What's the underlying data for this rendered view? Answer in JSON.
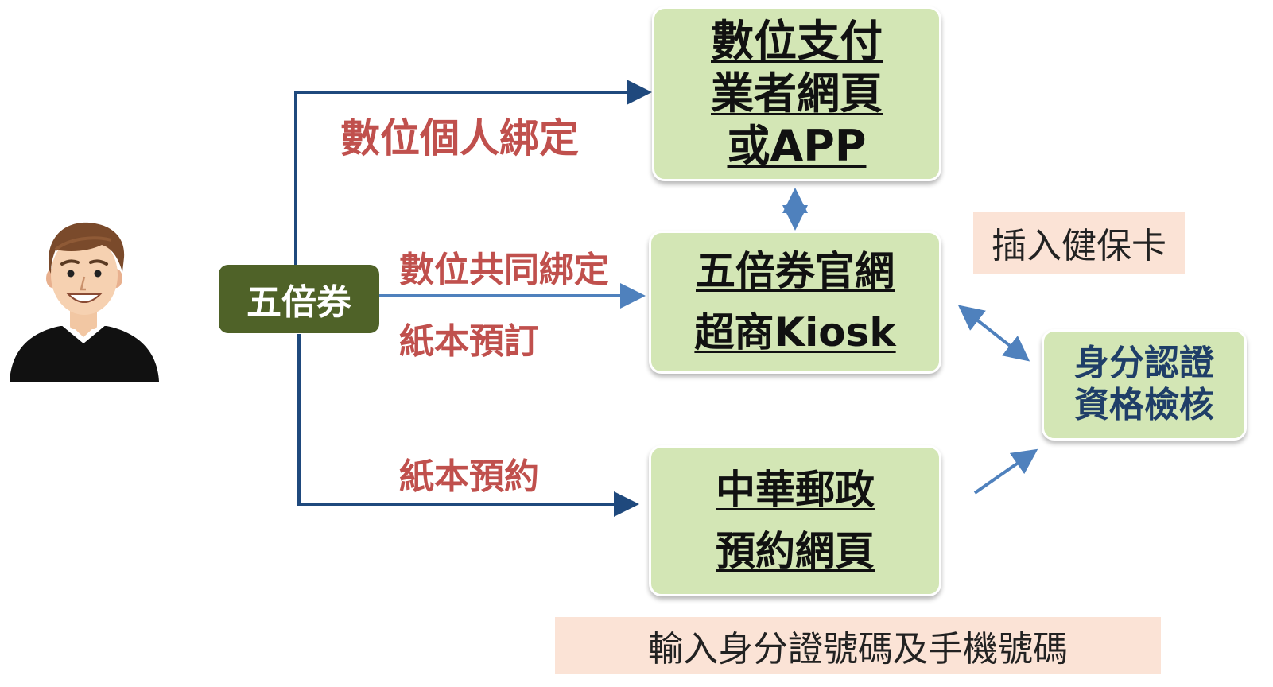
{
  "center": {
    "label": "五倍券"
  },
  "targets": {
    "digital_app": {
      "lines": [
        "數位支付",
        "業者網頁",
        "或APP"
      ]
    },
    "official_site": {
      "lines": [
        "五倍券官網",
        "超商Kiosk"
      ]
    },
    "post_office": {
      "lines": [
        "中華郵政",
        "預約網頁"
      ]
    },
    "verification": {
      "lines": [
        "身分認證",
        "資格檢核"
      ]
    }
  },
  "edge_labels": {
    "personal_binding": "數位個人綁定",
    "joint_binding": "數位共同綁定",
    "paper_order": "紙本預訂",
    "paper_reservation": "紙本預約"
  },
  "notes": {
    "health_card": "插入健保卡",
    "id_phone": "輸入身分證號碼及手機號碼"
  },
  "colors": {
    "box_fill": "#d3e6b5",
    "center_fill": "#4f6228",
    "label_red": "#c0504d",
    "tree_line": "#1f497d",
    "arrow_blue": "#4f81bd",
    "note_fill": "#fbe3d6",
    "verification_text": "#1f3e68"
  },
  "icons": {
    "person": "person-avatar-icon"
  }
}
